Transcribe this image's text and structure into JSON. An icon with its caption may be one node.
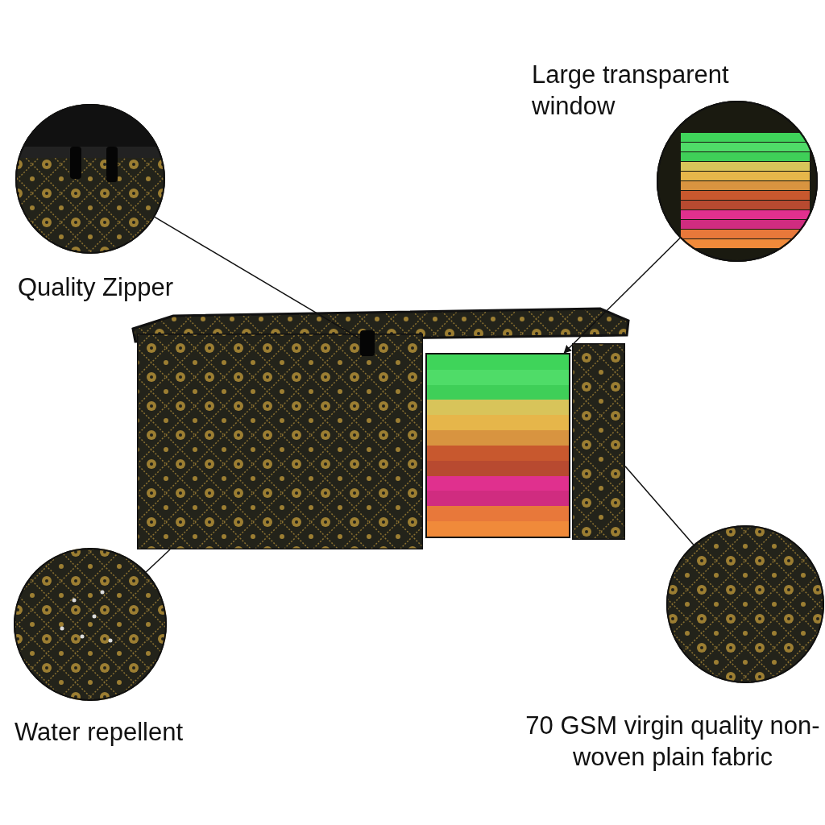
{
  "diagram": {
    "nodes": [
      {
        "text": [
          "Quality Zipper"
        ]
      },
      {
        "text": [
          "Large transparent window"
        ]
      },
      {
        "text": [],
        "shape": "box"
      },
      {
        "text": [],
        "shape": "box"
      },
      {
        "text": [],
        "shape": "box"
      },
      {
        "text": [],
        "shape": "picture"
      },
      {
        "text": [],
        "shape": "box"
      },
      {
        "text": [
          "Water repellent"
        ]
      },
      {
        "text": [
          "70 GSM virgin quality non-woven plain fabric"
        ]
      }
    ],
    "edges": [
      {
        "from": 0,
        "to": 4,
        "arrow": "none"
      },
      {
        "from": 1,
        "to": 5,
        "arrow": "to"
      },
      {
        "from": 7,
        "to": 3,
        "arrow": "none"
      },
      {
        "from": 8,
        "to": 6,
        "arrow": "none"
      }
    ]
  }
}
